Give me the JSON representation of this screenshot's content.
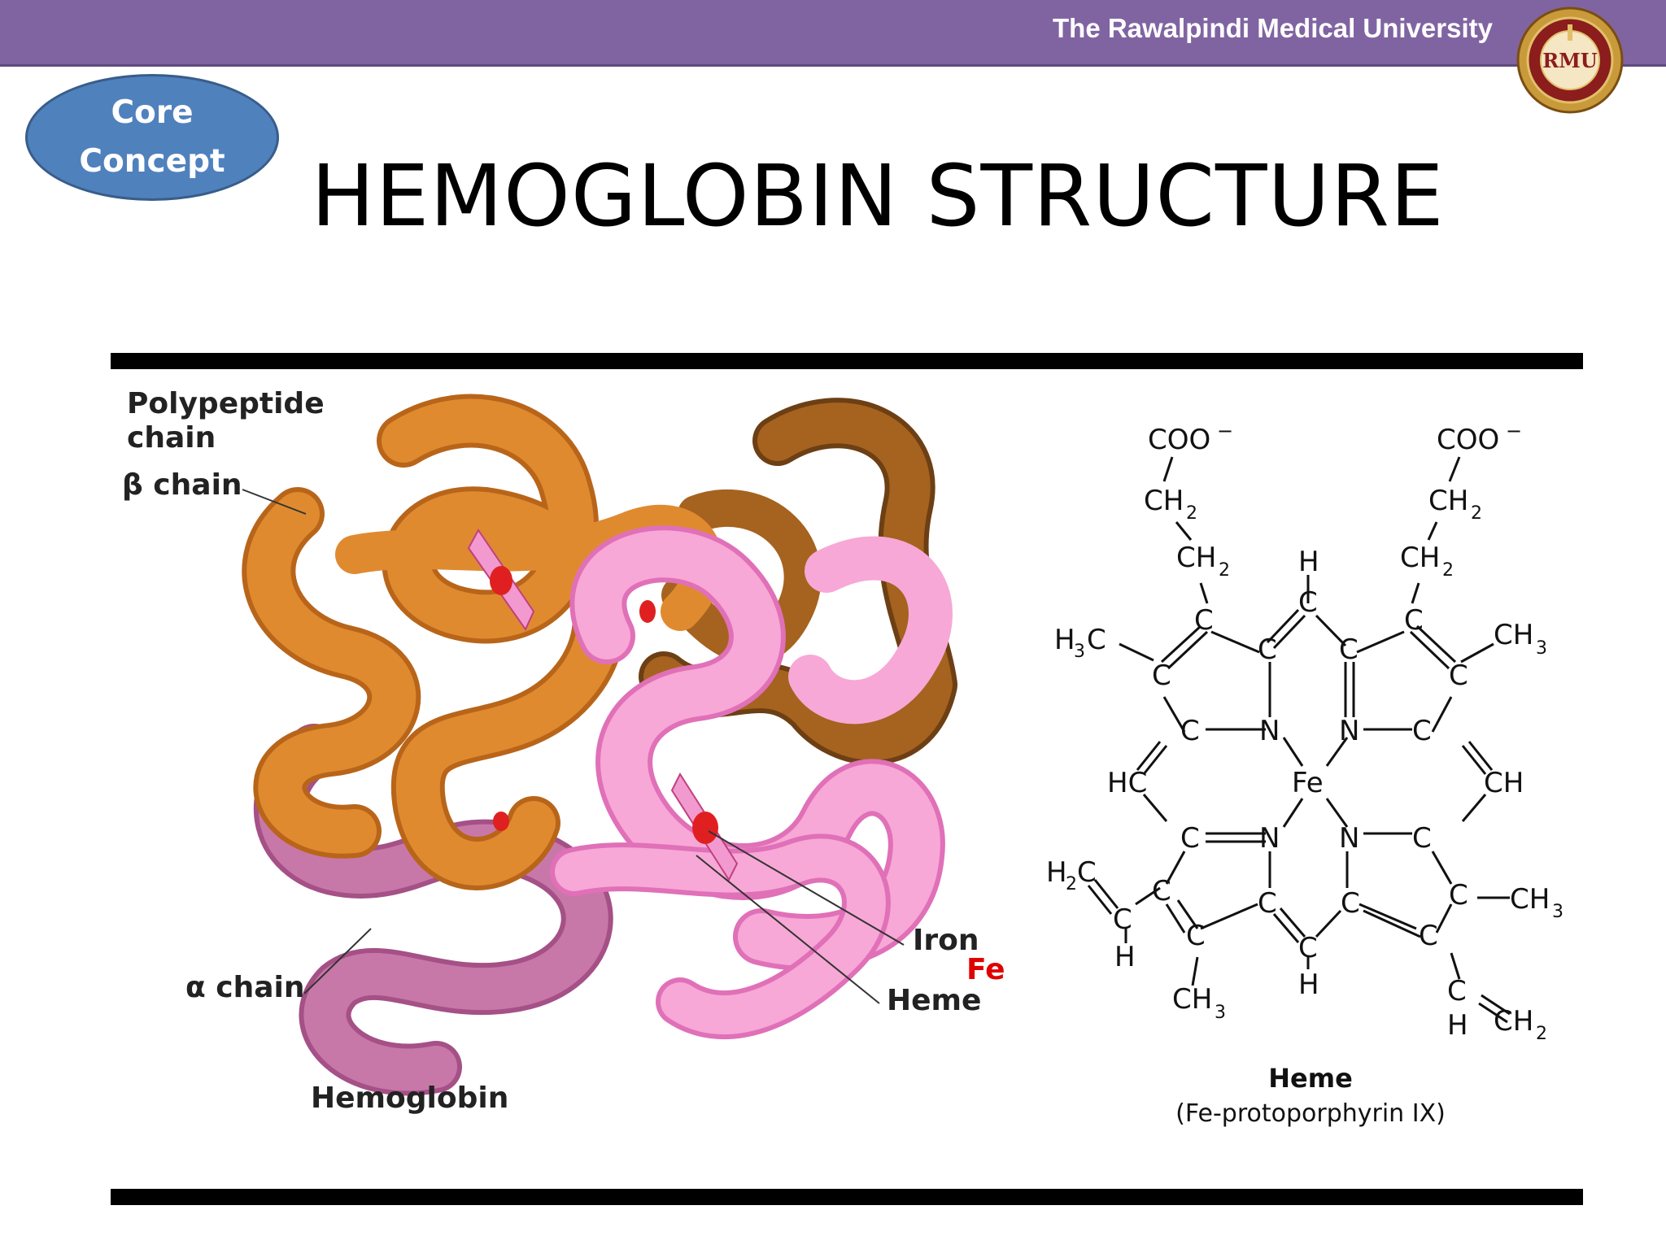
{
  "header": {
    "university_name": "The Rawalpindi Medical University",
    "logo_text": "RMU",
    "accent_color": "#8064a2"
  },
  "badge": {
    "line1": "Core",
    "line2": "Concept",
    "color": "#4f81bd"
  },
  "title": "HEMOGLOBIN STRUCTURE",
  "figure": {
    "protein_labels": {
      "polypeptide_line1": "Polypeptide",
      "polypeptide_line2": "chain",
      "beta_chain": "β chain",
      "alpha_chain": "α chain",
      "iron": "Iron",
      "fe": "Fe",
      "heme": "Heme",
      "caption": "Hemoglobin"
    },
    "heme_structure": {
      "caption_line1": "Heme",
      "caption_line2": "(Fe-protoporphyrin IX)",
      "atoms": {
        "coo": "COO",
        "charge": "−",
        "ch": "CH",
        "h3c": "H",
        "c": "C",
        "n": "N",
        "fe": "Fe",
        "h": "H",
        "hc": "HC",
        "sub2": "2",
        "sub3": "3"
      }
    }
  },
  "colors": {
    "beta_chain": "#e08a30",
    "beta_chain_dark": "#a5631f",
    "alpha_chain": "#c878a8",
    "alpha_chain_light": "#f7a8d6",
    "heme_red": "#e02020",
    "fe_label": "#e00000"
  }
}
